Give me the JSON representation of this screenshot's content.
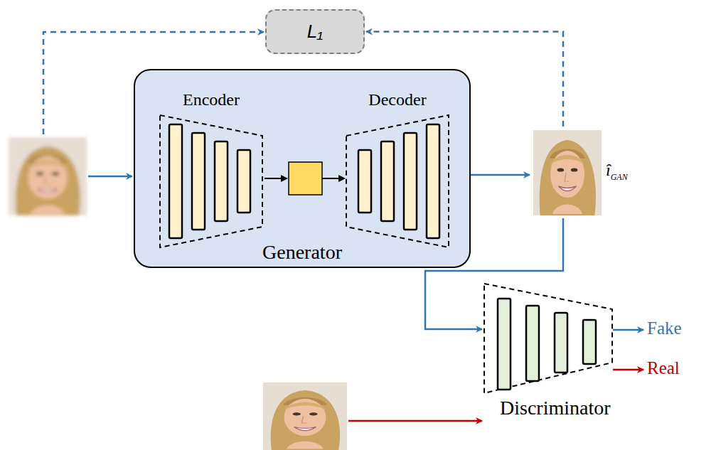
{
  "diagram": {
    "nodes": [
      {
        "text": [
          "L₁"
        ]
      },
      {
        "text": [
          "Generator"
        ]
      },
      {
        "text": [
          "Encoder"
        ],
        "in": 1
      },
      {
        "text": [
          "Decoder"
        ],
        "in": 1
      },
      {
        "text": [
          "îGAN"
        ]
      },
      {
        "text": [
          "Discriminator"
        ]
      }
    ],
    "edges": [
      {
        "from": 1,
        "to": 4,
        "arrow": "to"
      },
      {
        "from": 4,
        "to": 0,
        "arrow": "to"
      },
      {
        "from": 4,
        "to": 5,
        "arrow": "to"
      }
    ],
    "labels": [
      "Fake",
      "Real"
    ]
  }
}
